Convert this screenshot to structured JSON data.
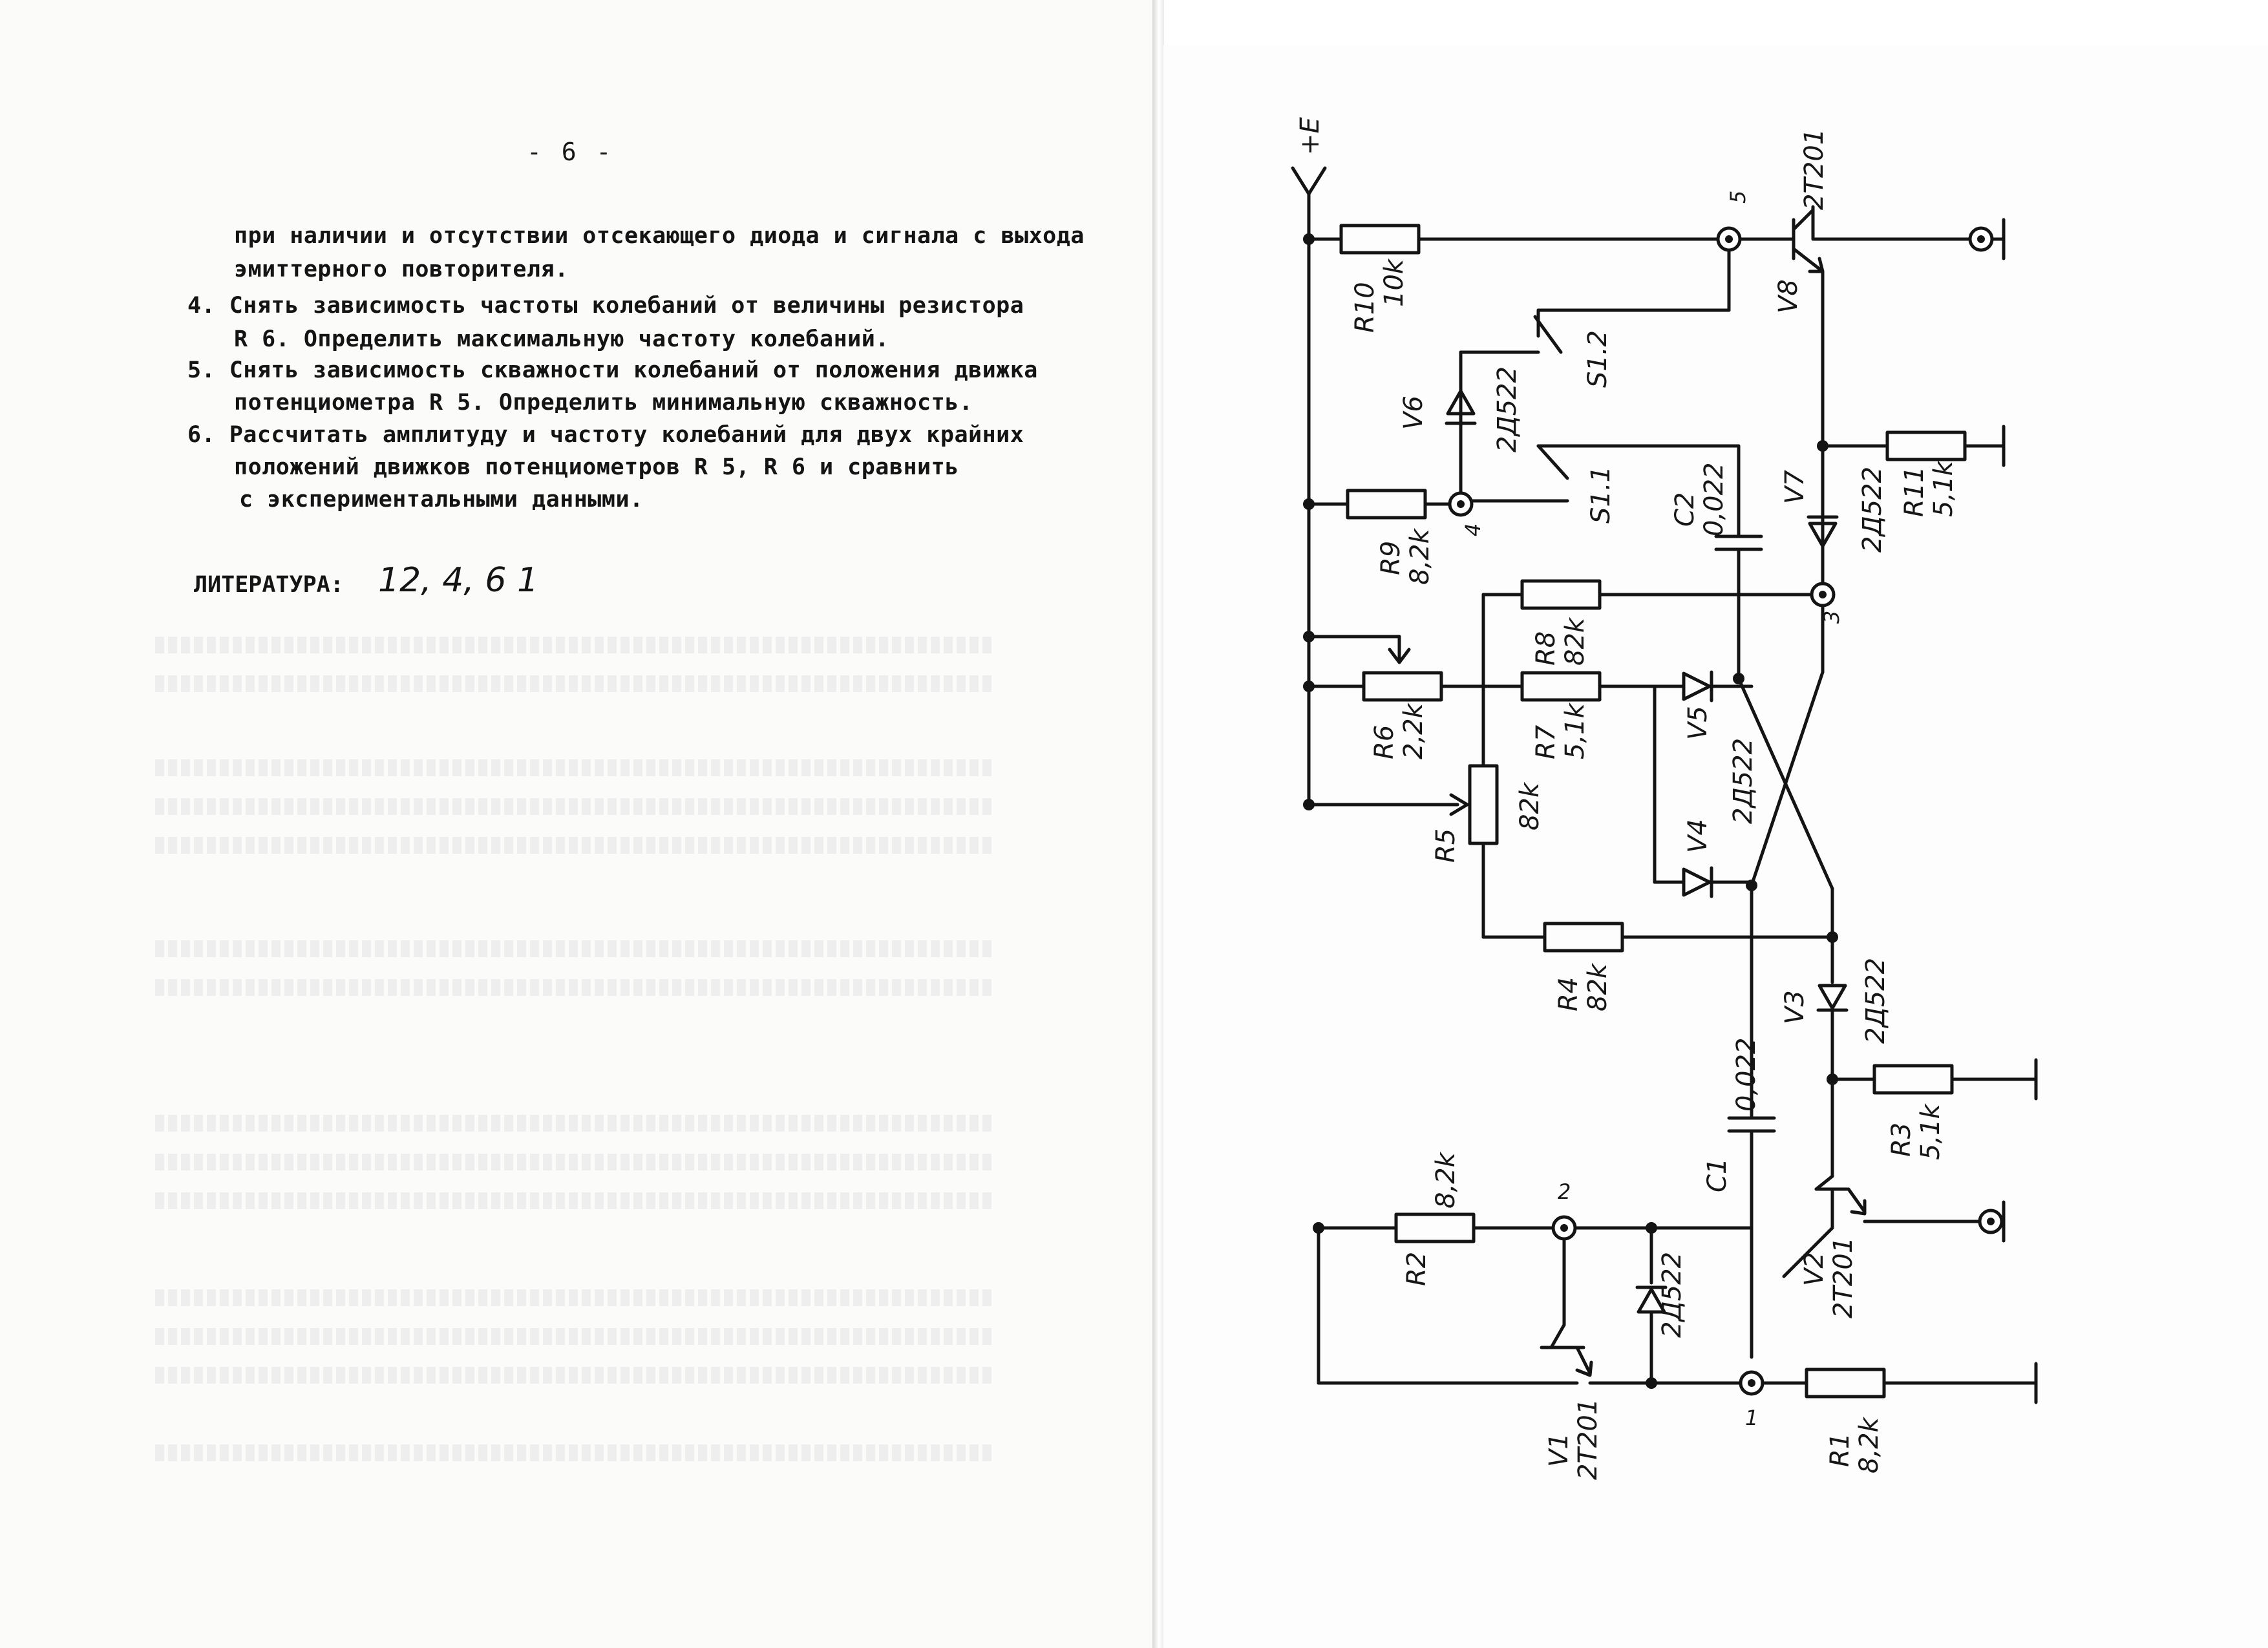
{
  "left_page": {
    "page_number": "- 6 -",
    "lines": [
      "при наличии и отсутствии отсекающего диода и сигнала с выхода",
      "эмиттерного повторителя.",
      "4. Снять зависимость частоты колебаний от величины резистора",
      "R 6. Определить максимальную частоту колебаний.",
      "5. Снять зависимость скважности колебаний от положения движка",
      "потенциометра  R 5. Определить минимальную скважность.",
      "6. Рассчитать амплитуду и частоту колебаний для двух крайних",
      "положений движков потенциометров  R 5,  R 6 и сравнить",
      "с экспериментальными данными."
    ],
    "literature_label": "ЛИТЕРАТУРА:",
    "literature_refs": "12, 4, 6 1"
  },
  "schematic": {
    "supply": "+E",
    "nodes": {
      "n1": "1",
      "n2": "2",
      "n3": "3",
      "n4": "4",
      "n5": "5"
    },
    "R1": {
      "name": "R1",
      "value": "8,2k"
    },
    "R2": {
      "name": "R2",
      "value": "8,2k"
    },
    "R3": {
      "name": "R3",
      "value": "5,1k"
    },
    "R4": {
      "name": "R4",
      "value": "82k"
    },
    "R5": {
      "name": "R5",
      "value": "82k"
    },
    "R6": {
      "name": "R6",
      "value": "2,2k"
    },
    "R7": {
      "name": "R7",
      "value": "5,1k"
    },
    "R8": {
      "name": "R8",
      "value": "82k"
    },
    "R9": {
      "name": "R9",
      "value": "8,2k"
    },
    "R10": {
      "name": "R10",
      "value": "10k"
    },
    "R11": {
      "name": "R11",
      "value": "5,1k"
    },
    "C1": {
      "name": "C1",
      "value": "0,022"
    },
    "C2": {
      "name": "C2",
      "value": "0,022"
    },
    "V1": {
      "name": "V1",
      "type": "2Т201"
    },
    "V2": {
      "name": "V2",
      "type": "2Т201"
    },
    "V8": {
      "name": "V8",
      "type": "2Т201"
    },
    "V3": {
      "name": "V3",
      "type": "2Д522"
    },
    "V4": {
      "name": "V4"
    },
    "V5": {
      "name": "V5"
    },
    "V45_type": "2Д522",
    "V6": {
      "name": "V6",
      "type": "2Д522"
    },
    "V7": {
      "name": "V7",
      "type": "2Д522"
    },
    "D_unnamed_type": "2Д522",
    "S11": "S1.1",
    "S12": "S1.2"
  }
}
